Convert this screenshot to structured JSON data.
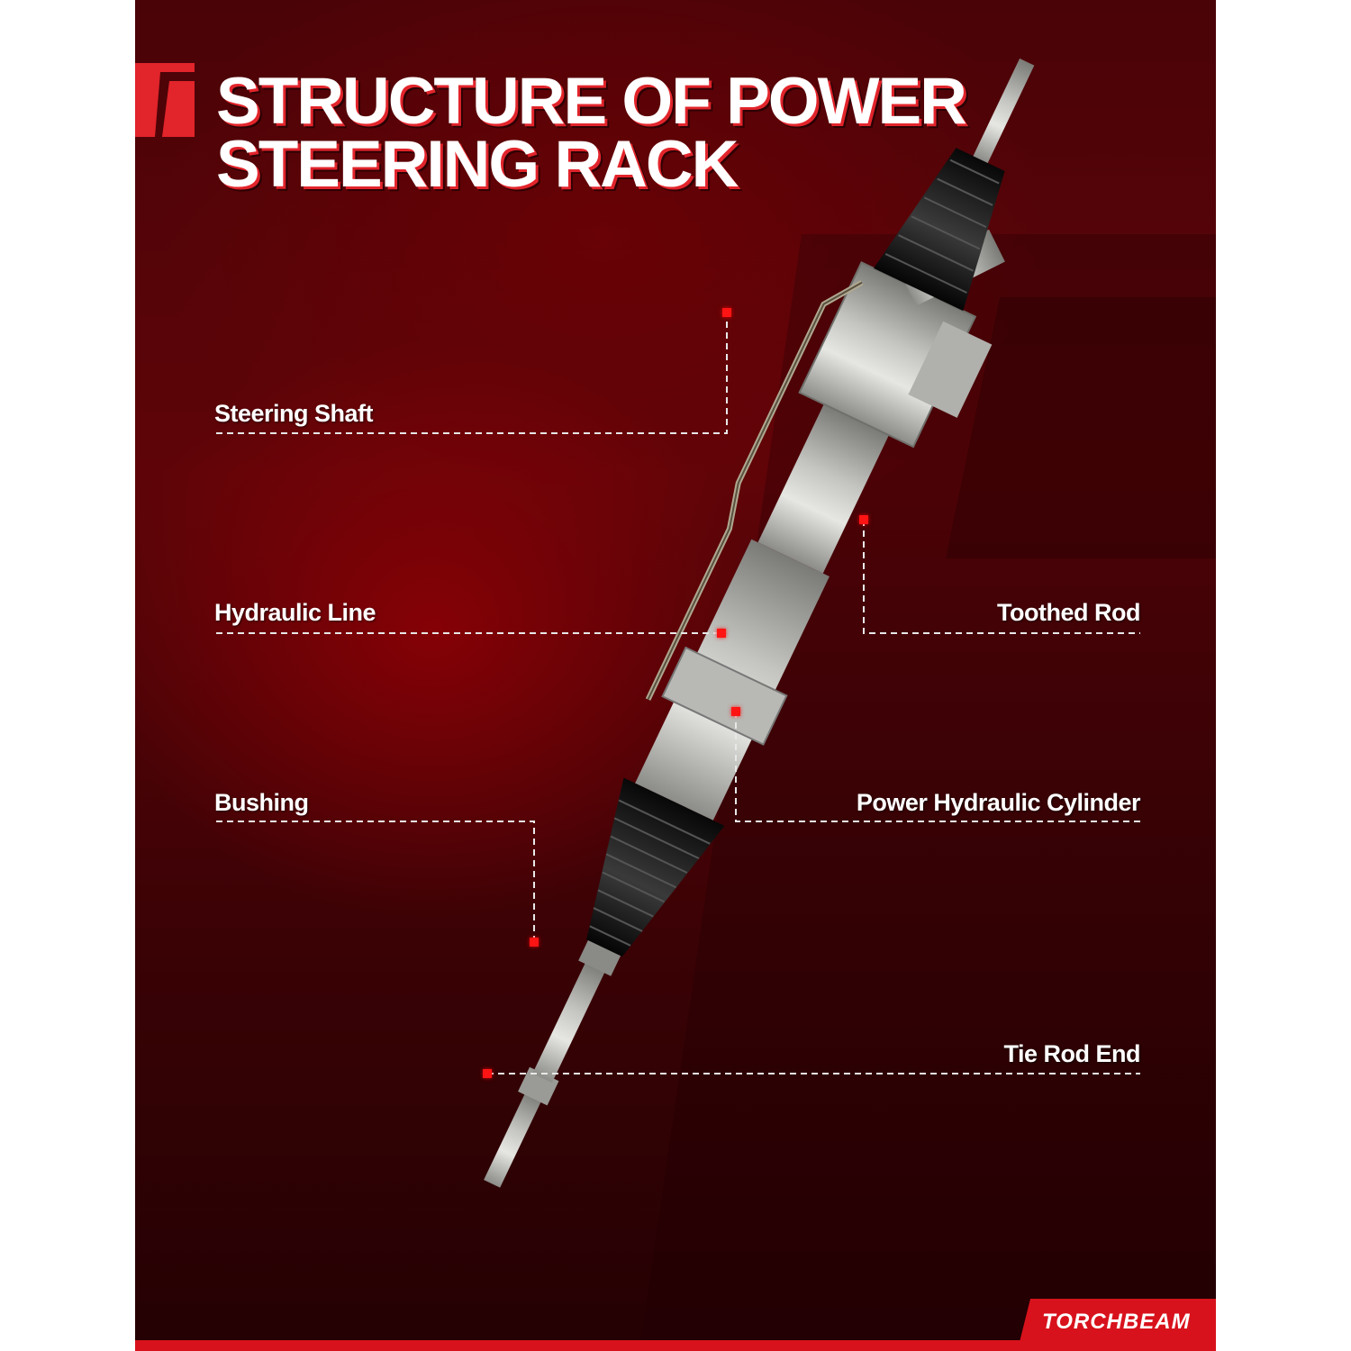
{
  "title": "STRUCTURE OF POWER\nSTEERING RACK",
  "labels": {
    "steering_shaft": "Steering Shaft",
    "hydraulic_line": "Hydraulic Line",
    "bushing": "Bushing",
    "toothed_rod": "Toothed Rod",
    "power_hydraulic_cylinder": "Power Hydraulic Cylinder",
    "tie_rod_end": "Tie Rod End"
  },
  "brand": "TORCHBEAM",
  "colors": {
    "accent_red": "#e2242b",
    "marker_red": "#ff1414",
    "background_dark_red": "#4a0307",
    "part_silver": "#c8c8c4",
    "boot_black": "#141414"
  },
  "icons": {
    "brand_mark": "brand-logo-icon",
    "callout_marker": "red-square-marker"
  }
}
